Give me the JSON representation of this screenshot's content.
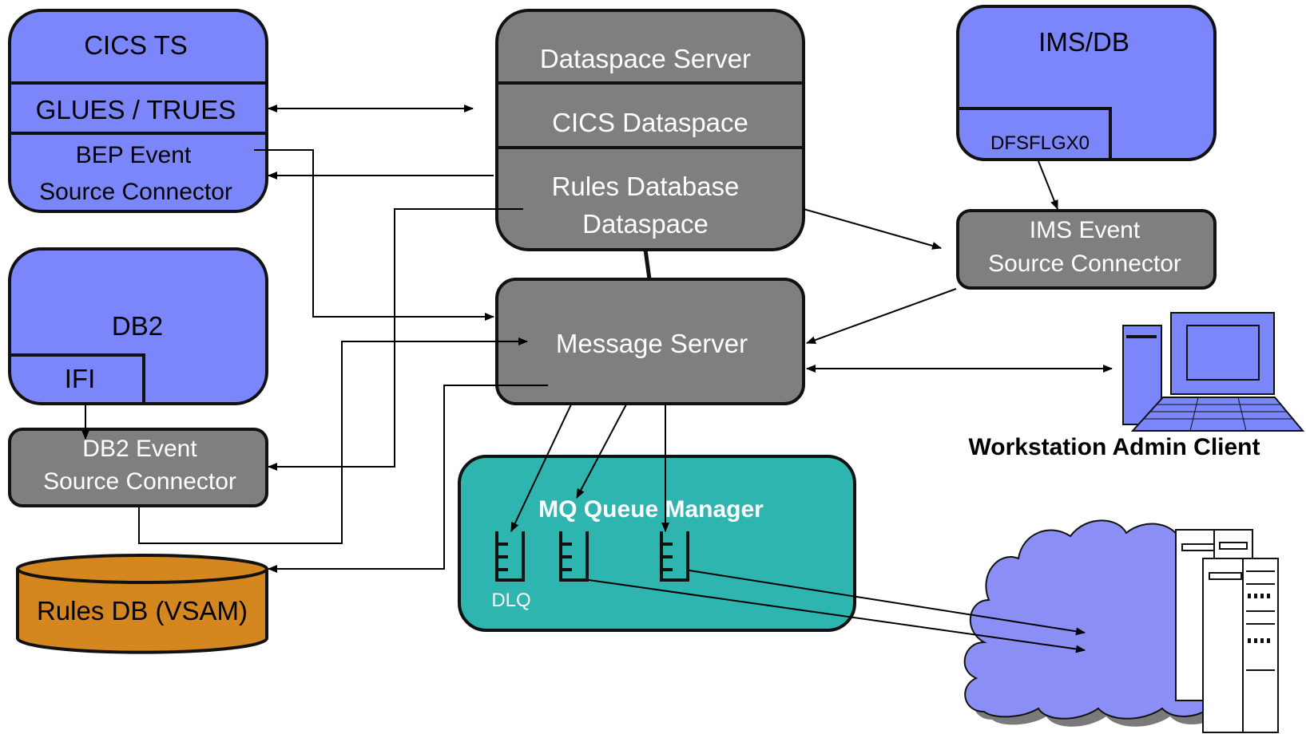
{
  "colors": {
    "blue_box": "#7b86fa",
    "gray_box": "#7f7f7f",
    "teal_box": "#2fb5b0",
    "db_orange": "#d4871e",
    "cloud_blue": "#8b8ff5",
    "stroke": "#111111"
  },
  "cics": {
    "title": "CICS TS",
    "glues": "GLUES / TRUES",
    "bep_line1": "BEP Event",
    "bep_line2": "Source Connector"
  },
  "db2": {
    "title": "DB2",
    "ifi": "IFI"
  },
  "db2_connector": {
    "line1": "DB2 Event",
    "line2": "Source Connector"
  },
  "rules_db": {
    "label": "Rules DB (VSAM)"
  },
  "dataspace": {
    "server": "Dataspace Server",
    "cics": "CICS Dataspace",
    "rules_line1": "Rules Database",
    "rules_line2": "Dataspace"
  },
  "message_server": {
    "label": "Message Server"
  },
  "mq": {
    "title": "MQ Queue Manager",
    "dlq": "DLQ"
  },
  "ims": {
    "title": "IMS/DB",
    "exit": "DFSFLGX0"
  },
  "ims_connector": {
    "line1": "IMS Event",
    "line2": "Source Connector"
  },
  "workstation": {
    "label": "Workstation Admin Client",
    "icon": "computer-icon"
  },
  "network": {
    "cloud_icon": "cloud-icon",
    "server_icon": "server-rack-icon"
  }
}
